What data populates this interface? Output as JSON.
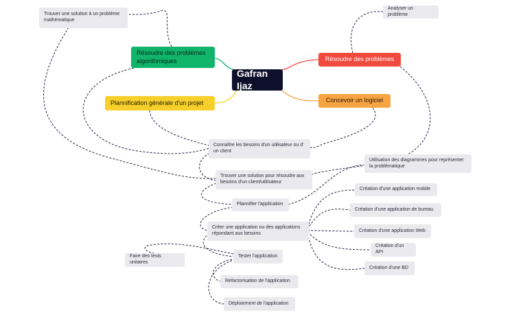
{
  "center": {
    "label": "Gafran Ijaz"
  },
  "main_nodes": {
    "algo": "Résoudre des problèmes algorithmiques",
    "resoudre": "Résoudre des problèmes",
    "planif": "Plannification générale d'un projet",
    "concevoir": "Concevoir un logiciel"
  },
  "notes": {
    "math": "Trouver une solution à un problème mathématique",
    "analyser": "Analyser un problème",
    "besoins": "Connaître les besoins d'un utilisateur ou d' un client",
    "solution": "Trouver une solution pour résoudre aux besoins d'un client/utilisateur",
    "diagrammes": "Utilisation des diagrammes pour représenter la problématique",
    "plannifier": "Plannifier l'application",
    "creer": "Créer une application ou des applications répondant aux besoins",
    "mobile": "Création d'une application mobile",
    "bureau": "Création d'une application de bureau",
    "web": "Création d'une application Web",
    "api": "Création d'un API",
    "bd": "Création d'une BD",
    "tester": "Tester l'application",
    "tests": "Faire des tests unitaires",
    "refacto": "Refactorisation de l'application",
    "deploiement": "Déploiement de l'application"
  },
  "colors": {
    "center": "#0d0f2b",
    "green": "#10b46b",
    "red": "#f04a3e",
    "yellow": "#f7cf2a",
    "orange": "#f7a442",
    "connector": "#1c1f45",
    "note_bg": "#e9e9ee"
  }
}
